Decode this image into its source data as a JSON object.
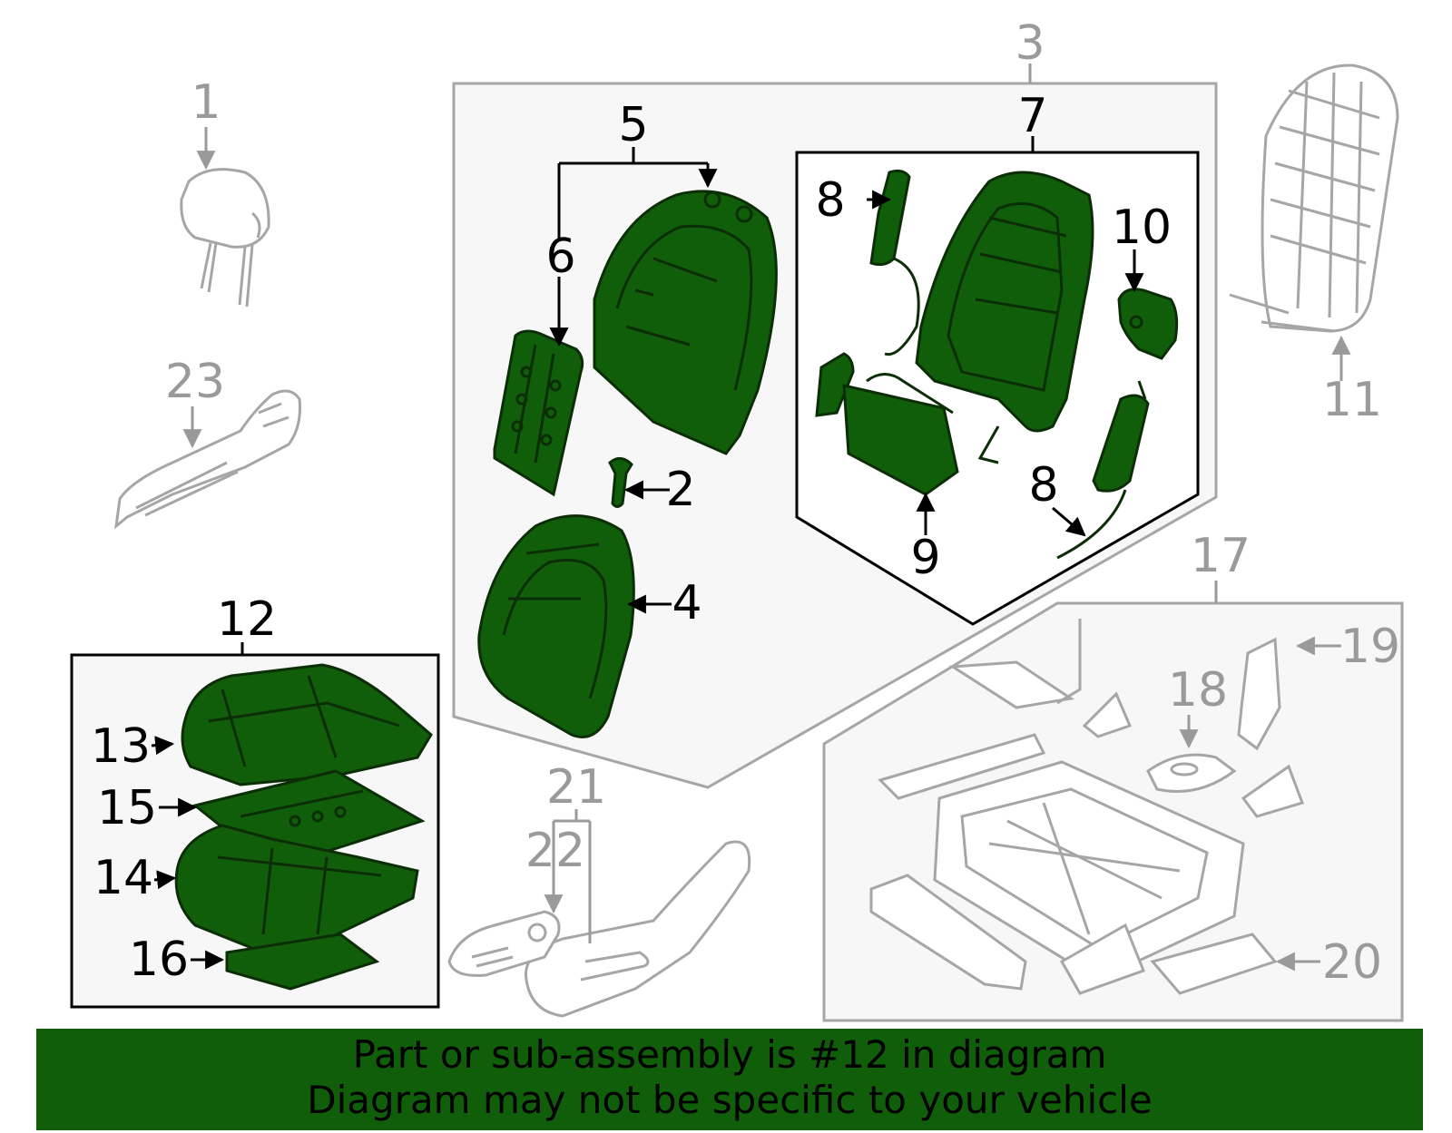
{
  "colors": {
    "highlight_fill": "#115e0a",
    "highlight_stroke": "#0b2e07",
    "footer_bg": "#115e0a",
    "gray_parts": "#a6a6a6",
    "box_fill": "#f7f7f7"
  },
  "callouts": {
    "c1": "1",
    "c2": "2",
    "c3": "3",
    "c4": "4",
    "c5": "5",
    "c6": "6",
    "c7": "7",
    "c8a": "8",
    "c8b": "8",
    "c9": "9",
    "c10": "10",
    "c11": "11",
    "c12": "12",
    "c13": "13",
    "c14": "14",
    "c15": "15",
    "c16": "16",
    "c17": "17",
    "c18": "18",
    "c19": "19",
    "c20": "20",
    "c21": "21",
    "c22": "22",
    "c23": "23"
  },
  "footer": {
    "line1": "Part or sub-assembly is #12 in diagram",
    "line2": "Diagram may not be specific to your vehicle"
  }
}
